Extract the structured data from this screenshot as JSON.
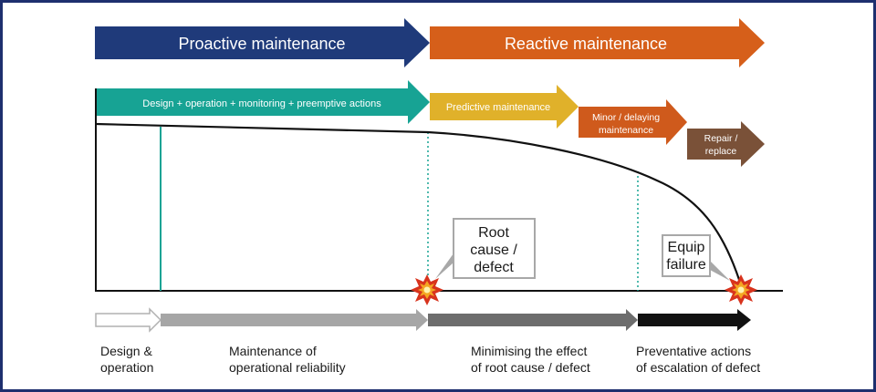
{
  "top_arrows": {
    "proactive": {
      "label": "Proactive maintenance",
      "color": "#1f3a7a"
    },
    "reactive": {
      "label": "Reactive maintenance",
      "color": "#d65f1a"
    }
  },
  "stage_arrows": {
    "design_operation": {
      "label": "Design + operation + monitoring + preemptive actions",
      "color": "#17a394"
    },
    "predictive": {
      "label": "Predictive maintenance",
      "color": "#e0b12a"
    },
    "minor_delaying": {
      "line1": "Minor / delaying",
      "line2": "maintenance",
      "color": "#cf5a1c"
    },
    "repair_replace": {
      "line1": "Repair /",
      "line2": "replace",
      "color": "#7a5138"
    }
  },
  "callouts": {
    "root_cause": {
      "line1": "Root",
      "line2": "cause /",
      "line3": "defect"
    },
    "equip_failure": {
      "line1": "Equip",
      "line2": "failure"
    }
  },
  "bottom_phases": [
    {
      "line1": "Design &",
      "line2": "operation",
      "color": "#ffffff"
    },
    {
      "line1": "Maintenance of",
      "line2": "operational reliability",
      "color": "#a6a6a6"
    },
    {
      "line1": "Minimising the effect",
      "line2": "of root cause / defect",
      "color": "#6d6d6d"
    },
    {
      "line1": "Preventative actions",
      "line2": "of escalation of defect",
      "color": "#111111"
    }
  ]
}
